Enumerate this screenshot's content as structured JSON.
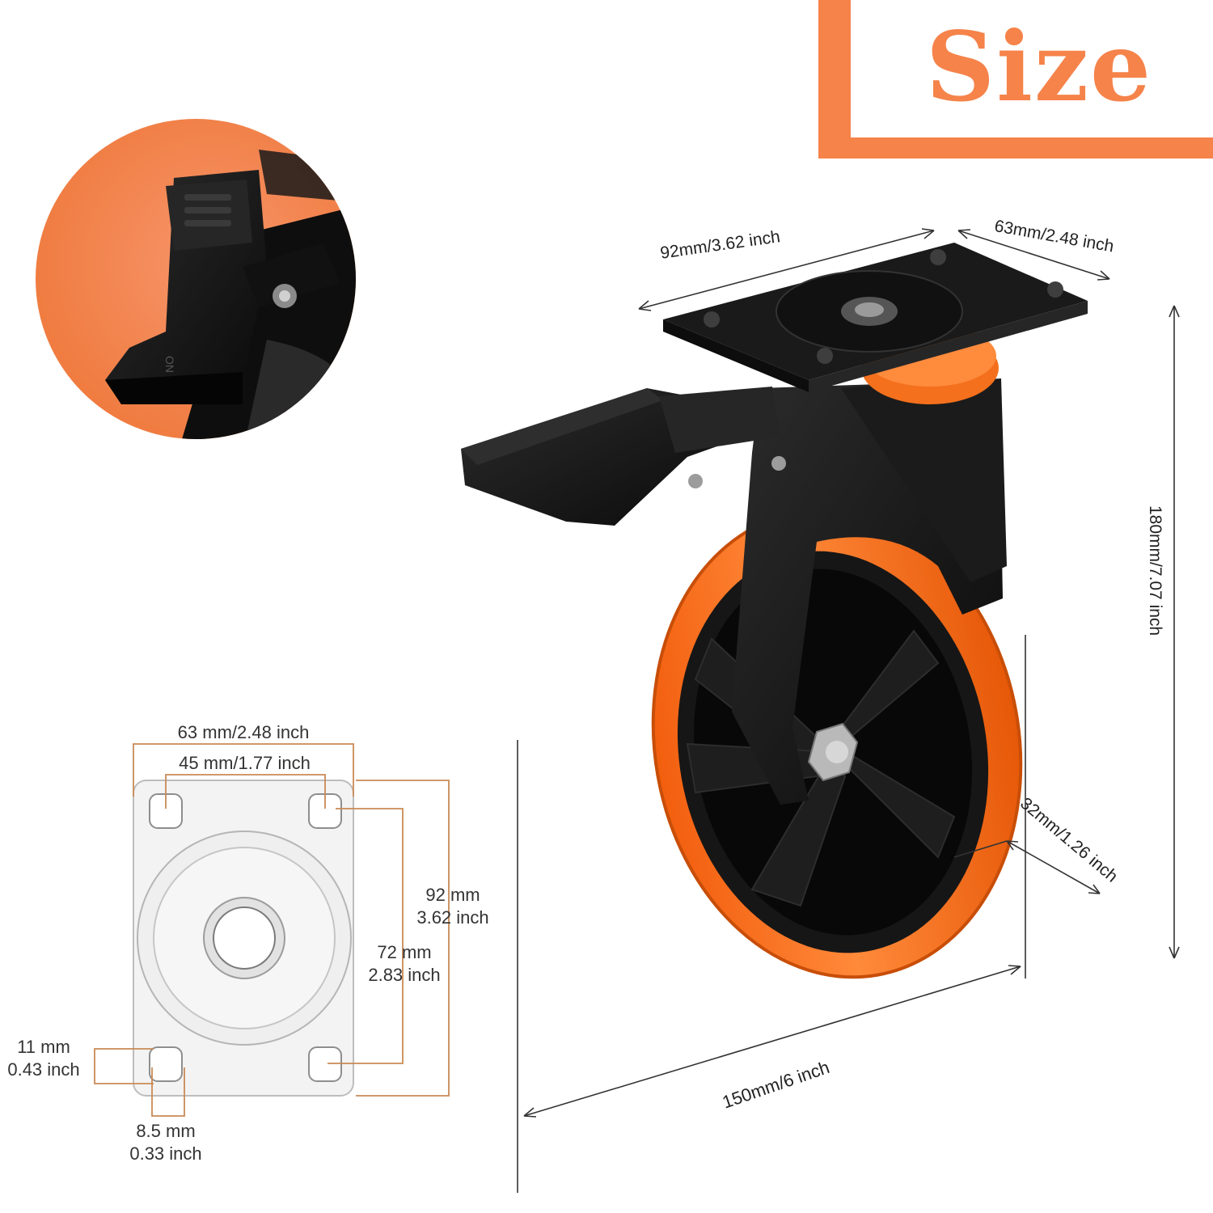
{
  "header": {
    "title": "Size"
  },
  "colors": {
    "accent_orange": "#f5834a",
    "wheel_orange": "#f06a12",
    "bracket_black": "#141414",
    "dimension_line": "#c98a55"
  },
  "caster_dimensions": {
    "plate_length": "92mm/3.62 inch",
    "plate_width": "63mm/2.48 inch",
    "total_height": "180mm/7.07 inch",
    "wheel_width": "32mm/1.26 inch",
    "wheel_diameter": "150mm/6 inch"
  },
  "plate_diagram": {
    "outer_width": "63 mm/2.48 inch",
    "hole_spacing_width": "45 mm/1.77 inch",
    "outer_length_mm": "92 mm",
    "outer_length_in": "3.62 inch",
    "hole_spacing_length_mm": "72 mm",
    "hole_spacing_length_in": "2.83 inch",
    "hole_length_mm": "11 mm",
    "hole_length_in": "0.43 inch",
    "hole_width_mm": "8.5 mm",
    "hole_width_in": "0.33 inch"
  },
  "brake_closeup": {
    "icon": "brake-lever-closeup"
  }
}
